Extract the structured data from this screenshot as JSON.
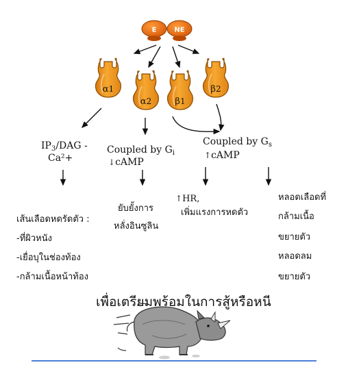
{
  "ligands": [
    {
      "id": "E",
      "label": "E"
    },
    {
      "id": "NE",
      "label": "NE"
    }
  ],
  "receptors": [
    {
      "id": "alpha1",
      "letter": "α",
      "sub": "1"
    },
    {
      "id": "alpha2",
      "letter": "α",
      "sub": "2"
    },
    {
      "id": "beta1",
      "letter": "β",
      "sub": "1"
    },
    {
      "id": "beta2",
      "letter": "β",
      "sub": "2"
    }
  ],
  "pathways": {
    "alpha1_ip3": {
      "line1_a": "IP",
      "line1_sub": "3",
      "line1_b": "/DAG -",
      "line2": "Ca²+"
    },
    "alpha2_gi": {
      "line1": "Coupled by G",
      "line1_sub": "i",
      "line2_arrow": "↓",
      "line2": "cAMP"
    },
    "beta_gs": {
      "line1": "Coupled by G",
      "line1_sub": "s",
      "line2_arrow": "↑",
      "line2": "cAMP"
    }
  },
  "effects": {
    "vasoconstriction": {
      "title": "เส้นเลือดหดรัดตัว :",
      "items": [
        "-ที่ผิวหนัง",
        "-เยื่อบุในช่องท้อง",
        "-กล้ามเนื้อหน้าท้อง"
      ]
    },
    "insulin": {
      "line1": "ยับยั้งการ",
      "line2": "หลั่งอินซูลิน"
    },
    "heart": {
      "arrow": "↑",
      "hr": "HR,",
      "line2": "เพิ่มแรงการหดตัว"
    },
    "vasodilation": {
      "lines": [
        "หลอดเลือดที่",
        "กล้ามเนื้อ",
        "ขยายตัว",
        "หลอดลม",
        "ขยายตัว"
      ]
    }
  },
  "headline": "เพื่อเตรียมพร้อมในการสู้หรือหนี",
  "colors": {
    "receptor_fill": "#f0961e",
    "receptor_stroke": "#8a4a00",
    "ligand_fill": "#ee6a10",
    "rule": "#4a7fd8"
  }
}
